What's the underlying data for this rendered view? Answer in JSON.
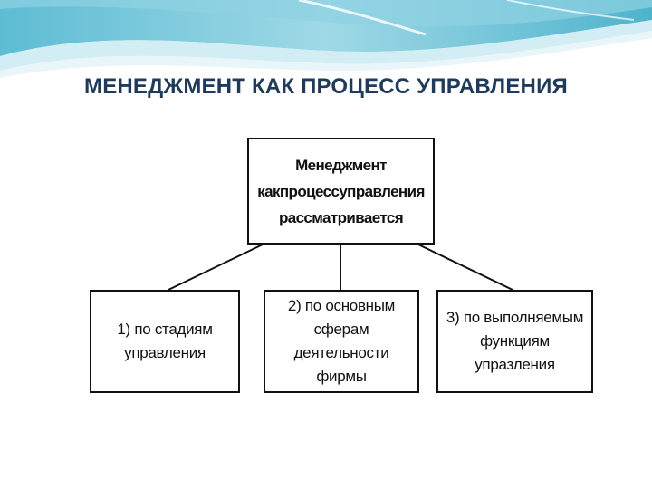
{
  "slide": {
    "title": "МЕНЕДЖМЕНТ КАК ПРОЦЕСС УПРАВЛЕНИЯ"
  },
  "diagram": {
    "root": "Менеджмент\nкакпроцессуправления\nрассматривается",
    "children": [
      "1)  по  стадиям\nуправления",
      "2)  по  основным\nсферам деятельности\nфирмы",
      "3)  по  выполняемым\nфункциям\nупразления"
    ]
  },
  "colors": {
    "title": "#1f3a5a",
    "wave_light": "#bfe6ef",
    "wave_mid": "#7fcadb",
    "wave_dark": "#3fa9c4",
    "box_border": "#111111"
  }
}
